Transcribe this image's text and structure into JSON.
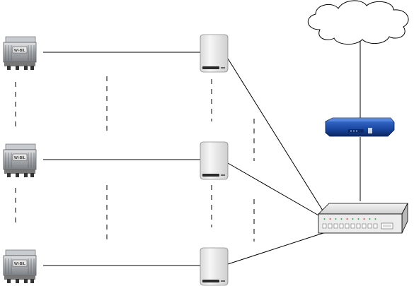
{
  "diagram": {
    "kind": "network-topology",
    "nodes": {
      "cloud": {
        "type": "cloud",
        "icon": "cloud-icon"
      },
      "router": {
        "type": "router",
        "icon": "router-icon"
      },
      "switch": {
        "type": "ethernet-switch",
        "icon": "switch-icon"
      },
      "access_points": [
        {
          "id": "ap-1",
          "icon": "access-point-icon"
        },
        {
          "id": "ap-2",
          "icon": "access-point-icon"
        },
        {
          "id": "ap-3",
          "icon": "access-point-icon"
        }
      ],
      "radio_units": [
        {
          "id": "radio-1",
          "icon": "radio-unit-icon",
          "badge": "WI-BIL"
        },
        {
          "id": "radio-2",
          "icon": "radio-unit-icon",
          "badge": "WI-BIL"
        },
        {
          "id": "radio-3",
          "icon": "radio-unit-icon",
          "badge": "WI-BIL"
        }
      ]
    },
    "links": [
      {
        "from": "cloud",
        "to": "router",
        "style": "solid"
      },
      {
        "from": "router",
        "to": "switch",
        "style": "solid"
      },
      {
        "from": "ap-1",
        "to": "switch",
        "style": "solid"
      },
      {
        "from": "ap-2",
        "to": "switch",
        "style": "solid"
      },
      {
        "from": "ap-3",
        "to": "switch",
        "style": "solid"
      },
      {
        "from": "radio-1",
        "to": "ap-1",
        "style": "solid"
      },
      {
        "from": "radio-2",
        "to": "ap-2",
        "style": "solid"
      },
      {
        "from": "radio-3",
        "to": "ap-3",
        "style": "solid"
      }
    ],
    "colors": {
      "line": "#000000",
      "router_body": "#1e4fa8",
      "switch_body": "#e8e8e8",
      "ap_body": "#f0f0f0",
      "radio_body": "#b8bcc0",
      "cloud_fill": "#ffffff",
      "port_led_green": "#2ea84a",
      "port_led_red": "#d24040"
    }
  }
}
